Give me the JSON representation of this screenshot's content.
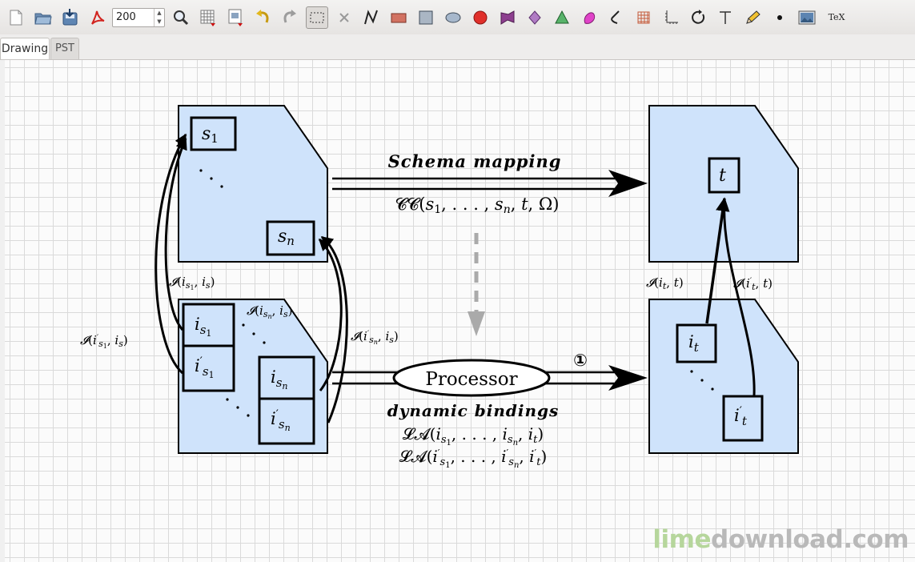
{
  "toolbar": {
    "zoom_value": "200",
    "tex_label": "TeX",
    "tools": [
      "new-file-icon",
      "open-folder-icon",
      "save-icon",
      "pdf-export-icon",
      "magnifier-icon",
      "grid-icon",
      "template-icon",
      "undo-icon",
      "redo-icon",
      "select-rectangle-icon",
      "delete-icon",
      "freehand-icon",
      "rectangle-icon",
      "square-icon",
      "ellipse-icon",
      "circle-icon",
      "polygon-icon",
      "rhombus-icon",
      "triangle-icon",
      "bezier-icon",
      "polyline-icon",
      "grid-shape-icon",
      "axes-icon",
      "arc-icon",
      "text-icon",
      "pencil-icon",
      "dot-icon",
      "picture-icon"
    ]
  },
  "tabs": [
    "Drawing",
    "PST"
  ],
  "diagram": {
    "schema_mapping_label": "Schema mapping",
    "dynamic_bindings_label": "dynamic bindings",
    "processor_label": "Processor",
    "circled_number": "①",
    "fill_color": "#cfe3fb"
  },
  "watermark": {
    "part1": "lime",
    "part2": "download.com",
    "color1": "#b6d69c",
    "color2": "#b9b9b9"
  }
}
